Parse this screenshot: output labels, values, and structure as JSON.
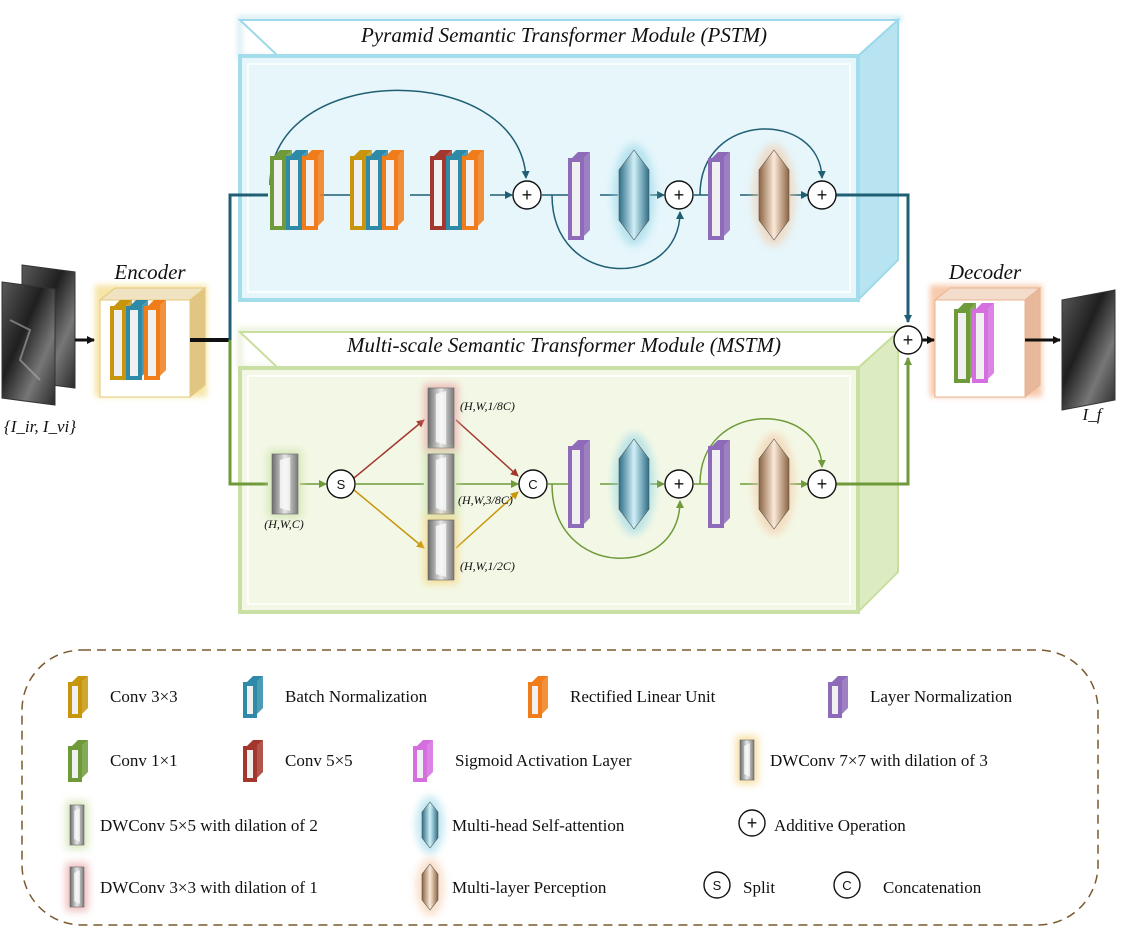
{
  "modules": {
    "pstm_title": "Pyramid Semantic Transformer Module (PSTM)",
    "mstm_title": "Multi-scale Semantic Transformer Module (MSTM)",
    "encoder": "Encoder",
    "decoder": "Decoder"
  },
  "io": {
    "input_label": "{I_ir, I_vi}",
    "output_label": "I_f"
  },
  "ops": {
    "add": "+",
    "split": "S",
    "concat": "C"
  },
  "shapes": {
    "dw_input": "(H,W,C)",
    "branch_1": "(H,W,1/8C)",
    "branch_2": "(H,W,3/8C)",
    "branch_3": "(H,W,1/2C)"
  },
  "legend": [
    {
      "label": "Conv 3×3",
      "icon": "conv3x3-icon"
    },
    {
      "label": "Batch Normalization",
      "icon": "batch-norm-icon"
    },
    {
      "label": "Rectified Linear Unit",
      "icon": "relu-icon"
    },
    {
      "label": "Layer Normalization",
      "icon": "layer-norm-icon"
    },
    {
      "label": "Conv 1×1",
      "icon": "conv1x1-icon"
    },
    {
      "label": "Conv 5×5",
      "icon": "conv5x5-icon"
    },
    {
      "label": "Sigmoid Activation Layer",
      "icon": "sigmoid-icon"
    },
    {
      "label": "DWConv 7×7 with dilation of 3",
      "icon": "dwconv7-icon"
    },
    {
      "label": "DWConv 5×5 with dilation of 2",
      "icon": "dwconv5-icon"
    },
    {
      "label": "Multi-head Self-attention",
      "icon": "mhsa-icon"
    },
    {
      "label": "Additive Operation",
      "icon": "add-icon"
    },
    {
      "label": "DWConv 3×3 with dilation of 1",
      "icon": "dwconv3-icon"
    },
    {
      "label": "Multi-layer Perception",
      "icon": "mlp-icon"
    },
    {
      "label": "Split",
      "icon": "split-icon"
    },
    {
      "label": "Concatenation",
      "icon": "concat-icon"
    }
  ],
  "colors": {
    "conv3x3": "#C8960C",
    "batch_norm": "#2F8AA8",
    "relu": "#F07D1A",
    "layer_norm": "#8E6BB8",
    "conv1x1": "#6F9A3A",
    "conv5x5": "#A3372D",
    "sigmoid": "#D56FE0",
    "pstm_bg": "#E6F6FB",
    "mstm_bg": "#F3F8E6",
    "pstm_line": "#1F5E73",
    "mstm_line": "#6F9A3A"
  }
}
